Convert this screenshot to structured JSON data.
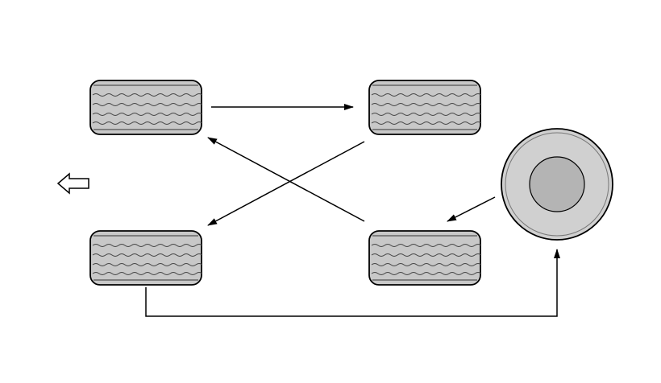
{
  "diagram": {
    "kind": "tire-rotation",
    "colors": {
      "tire_fill": "#c8c8c8",
      "stroke": "#000000",
      "tread": "#555555",
      "wheel_outer": "#d0d0d0",
      "hub": "#b4b4b4"
    },
    "tires": [
      "front-left",
      "front-right",
      "rear-left",
      "rear-right"
    ],
    "direction_icon": "front-direction-arrow-icon"
  }
}
